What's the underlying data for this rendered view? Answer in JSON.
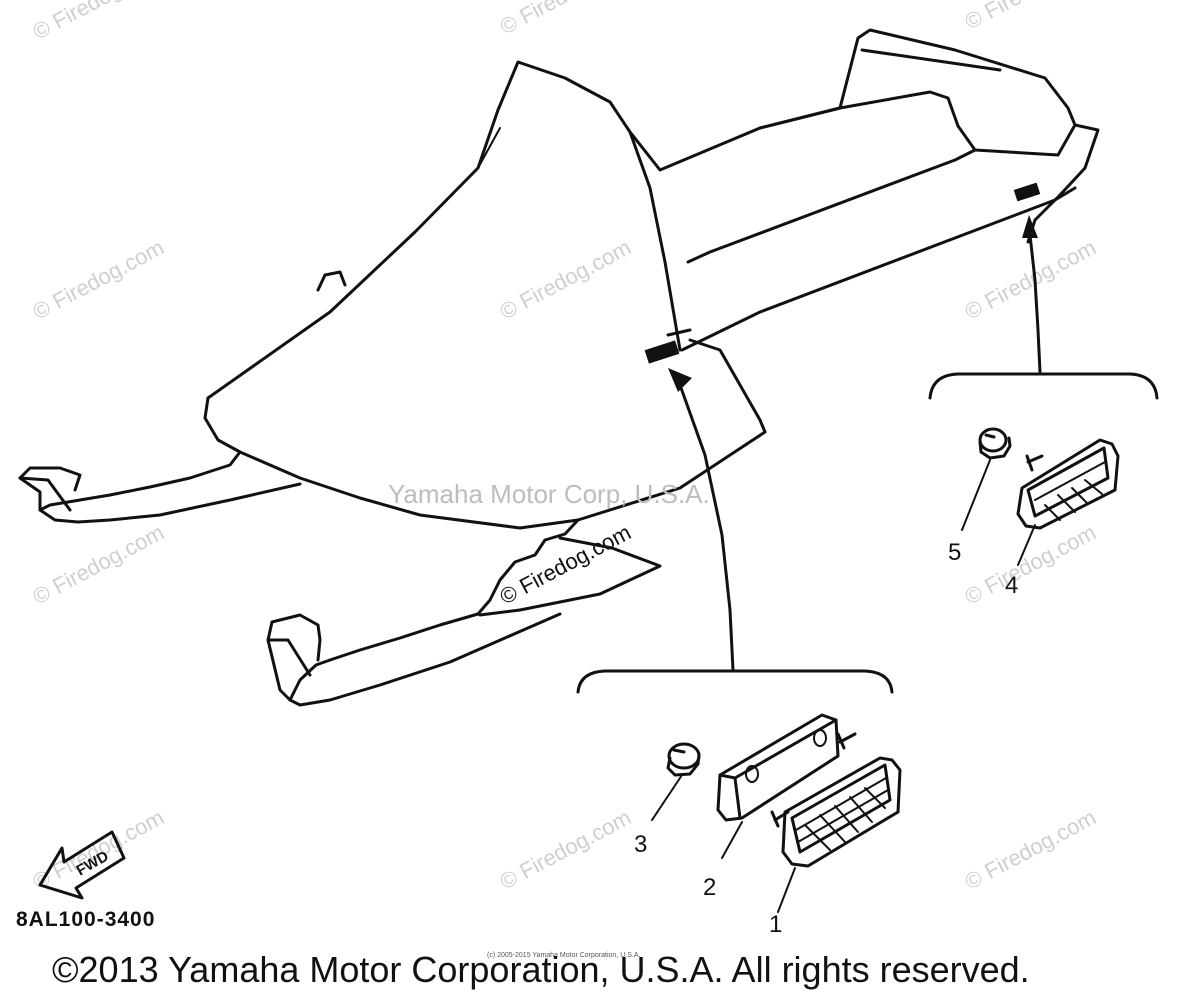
{
  "watermark": {
    "text": "© Firedog.com"
  },
  "center_mark": {
    "text": "Yamaha Motor Corp, U.S.A."
  },
  "fwd_label": "FWD",
  "part_code": "8AL100-3400",
  "tiny_notice": "(c) 2005-2015 Yamaha Motor Corporation, U.S.A.",
  "copyright": "©2013 Yamaha Motor Corporation, U.S.A. All rights reserved.",
  "callouts": [
    {
      "id": "1",
      "label": "1"
    },
    {
      "id": "2",
      "label": "2"
    },
    {
      "id": "3",
      "label": "3"
    },
    {
      "id": "4",
      "label": "4"
    },
    {
      "id": "5",
      "label": "5"
    }
  ]
}
